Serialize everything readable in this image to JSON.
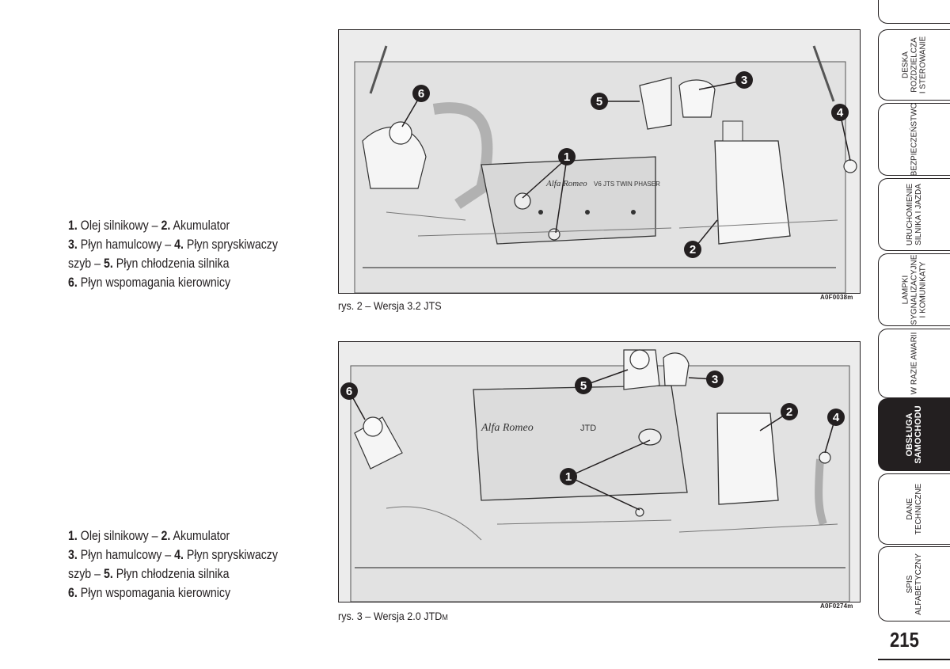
{
  "legend_1": {
    "line1": {
      "n1": "1.",
      "t1": " Olej silnikowy – ",
      "n2": "2.",
      "t2": " Akumulator"
    },
    "line2": {
      "n1": "3.",
      "t1": " Płyn hamulcowy – ",
      "n2": "4.",
      "t2": " Płyn spryskiwaczy"
    },
    "line3": {
      "t1": "szyb – ",
      "n1": "5.",
      "t2": " Płyn chłodzenia silnika"
    },
    "line4": {
      "n1": "6.",
      "t1": " Płyn wspomagania kierownicy"
    }
  },
  "legend_2": {
    "line1": {
      "n1": "1.",
      "t1": " Olej silnikowy – ",
      "n2": "2.",
      "t2": " Akumulator"
    },
    "line2": {
      "n1": "3.",
      "t1": " Płyn hamulcowy – ",
      "n2": "4.",
      "t2": " Płyn spryskiwaczy"
    },
    "line3": {
      "t1": "szyb – ",
      "n1": "5.",
      "t2": " Płyn chłodzenia silnika"
    },
    "line4": {
      "n1": "6.",
      "t1": " Płyn wspomagania kierownicy"
    }
  },
  "figure_1": {
    "code": "A0F0038m",
    "caption": "rys. 2 – Wersja 3.2 JTS",
    "cover_text": "V6 JTS TWIN PHASER",
    "brand": "Alfa Romeo",
    "callouts": [
      "1",
      "2",
      "3",
      "4",
      "5",
      "6"
    ]
  },
  "figure_2": {
    "code": "A0F0274m",
    "caption_main": "rys. 3 – Wersja 2.0 JTD",
    "caption_small": "M",
    "cover_text": "JTD",
    "brand": "Alfa Romeo",
    "callouts": [
      "1",
      "2",
      "3",
      "4",
      "5",
      "6"
    ]
  },
  "tabs": [
    {
      "label": "DESKA\nROZDZIELCZA\nI STEROWANIE",
      "active": false
    },
    {
      "label": "BEZPIECZEŃSTWO",
      "active": false
    },
    {
      "label": "URUCHOMIENIE\nSILNIKA I JAZDA",
      "active": false
    },
    {
      "label": "LAMPKI\nSYGNALIZACYJNE\nI KOMUNIKATY",
      "active": false
    },
    {
      "label": "W RAZIE AWARII",
      "active": false
    },
    {
      "label": "OBSŁUGA\nSAMOCHODU",
      "active": true
    },
    {
      "label": "DANE\nTECHNICZNE",
      "active": false
    },
    {
      "label": "SPIS\nALFABETYCZNY",
      "active": false
    }
  ],
  "page_number": "215"
}
